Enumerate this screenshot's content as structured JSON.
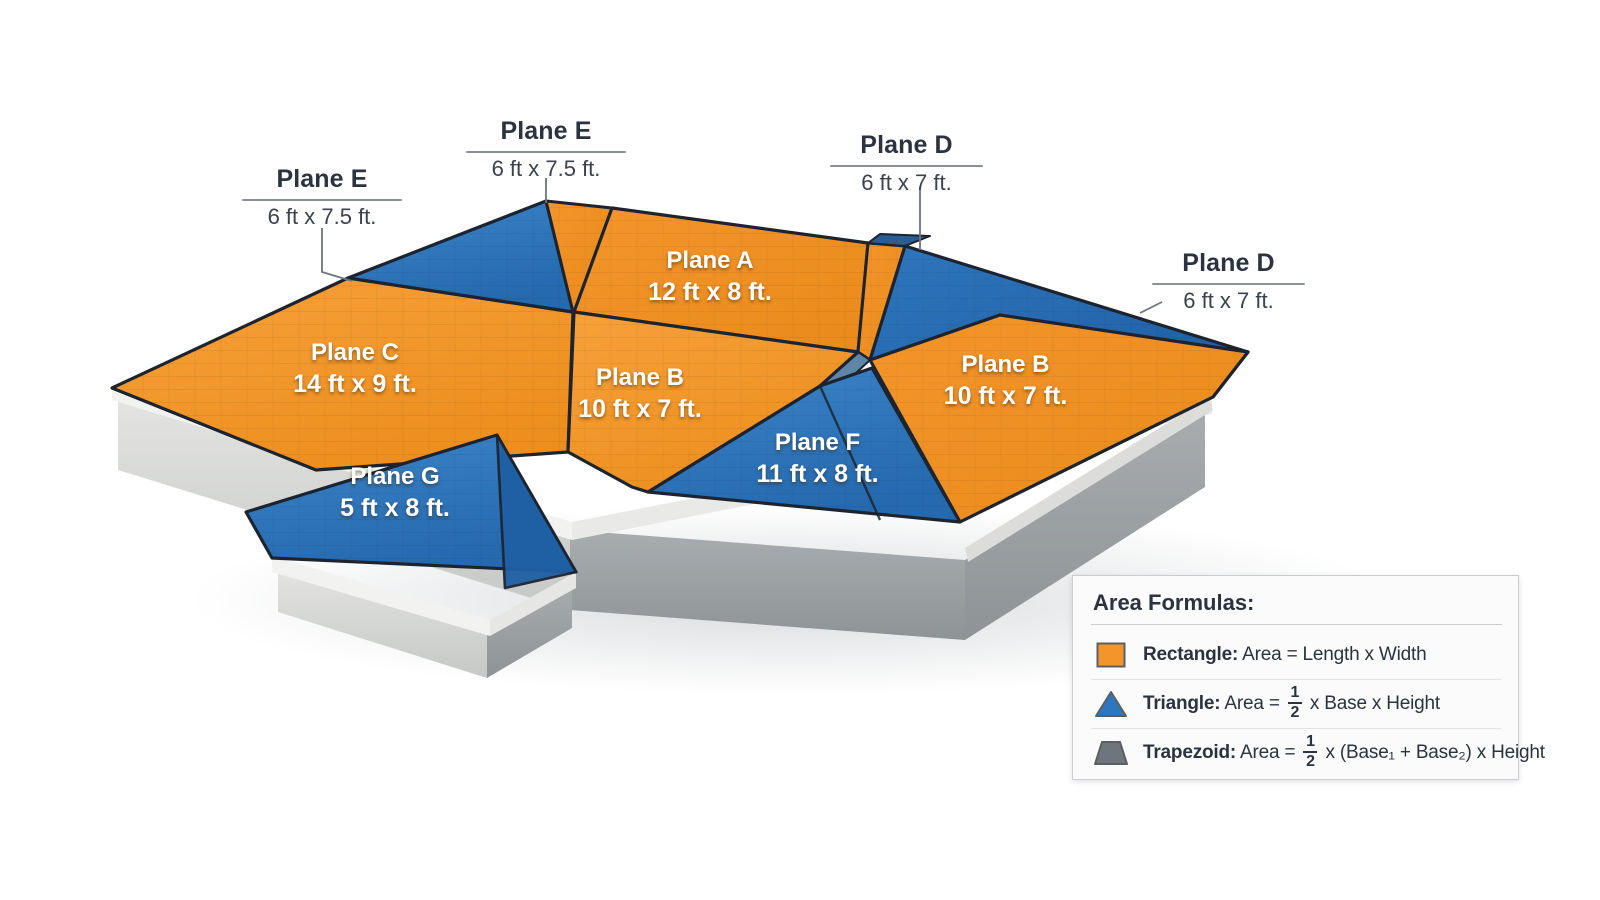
{
  "diagram": {
    "title": "Roof plane area diagram",
    "colors": {
      "rectangle_plane": "#F4952B",
      "triangle_plane": "#2E76BE",
      "trapezoid_plane": "#6E757C",
      "outline": "#1d2430",
      "wall_light": "#d7d8d6",
      "wall_dark": "#9b9fa2",
      "fascia": "#f0f0ee",
      "callout_title": "#2b3340",
      "callout_rule": "#8b8f96"
    }
  },
  "callouts": [
    {
      "id": "plane-e-left",
      "title": "Plane E",
      "dims": "6 ft x 7.5 ft."
    },
    {
      "id": "plane-e-top",
      "title": "Plane E",
      "dims": "6 ft x 7.5 ft."
    },
    {
      "id": "plane-d-top",
      "title": "Plane D",
      "dims": "6 ft x 7 ft."
    },
    {
      "id": "plane-d-right",
      "title": "Plane D",
      "dims": "6 ft x 7 ft."
    }
  ],
  "planes": [
    {
      "id": "plane-a",
      "name": "Plane A",
      "dims": "12 ft x 8 ft.",
      "shape": "rectangle",
      "color": "#F4952B"
    },
    {
      "id": "plane-c",
      "name": "Plane C",
      "dims": "14 ft x 9 ft.",
      "shape": "rectangle",
      "color": "#F4952B"
    },
    {
      "id": "plane-b-left",
      "name": "Plane B",
      "dims": "10 ft x 7 ft.",
      "shape": "rectangle",
      "color": "#F4952B"
    },
    {
      "id": "plane-b-right",
      "name": "Plane B",
      "dims": "10 ft x 7 ft.",
      "shape": "rectangle",
      "color": "#F4952B"
    },
    {
      "id": "plane-f",
      "name": "Plane F",
      "dims": "11 ft x 8 ft.",
      "shape": "triangle",
      "color": "#2E76BE"
    },
    {
      "id": "plane-g",
      "name": "Plane G",
      "dims": "5 ft x 8 ft.",
      "shape": "triangle",
      "color": "#2E76BE"
    }
  ],
  "legend": {
    "title": "Area Formulas:",
    "rows": [
      {
        "shape": "rectangle",
        "swatch_color": "#F4952B",
        "label": "Rectangle:",
        "formula_pre": "Area = Length x Width",
        "formula_post": "",
        "has_fraction": false,
        "numerator": "",
        "denominator": ""
      },
      {
        "shape": "triangle",
        "swatch_color": "#2E76BE",
        "label": "Triangle:",
        "formula_pre": "Area =",
        "formula_post": "x Base x Height",
        "has_fraction": true,
        "numerator": "1",
        "denominator": "2"
      },
      {
        "shape": "trapezoid",
        "swatch_color": "#6E757C",
        "label": "Trapezoid:",
        "formula_pre": "Area =",
        "formula_post": "x (Base₁ + Base₂) x Height",
        "has_fraction": true,
        "numerator": "1",
        "denominator": "2"
      }
    ]
  }
}
